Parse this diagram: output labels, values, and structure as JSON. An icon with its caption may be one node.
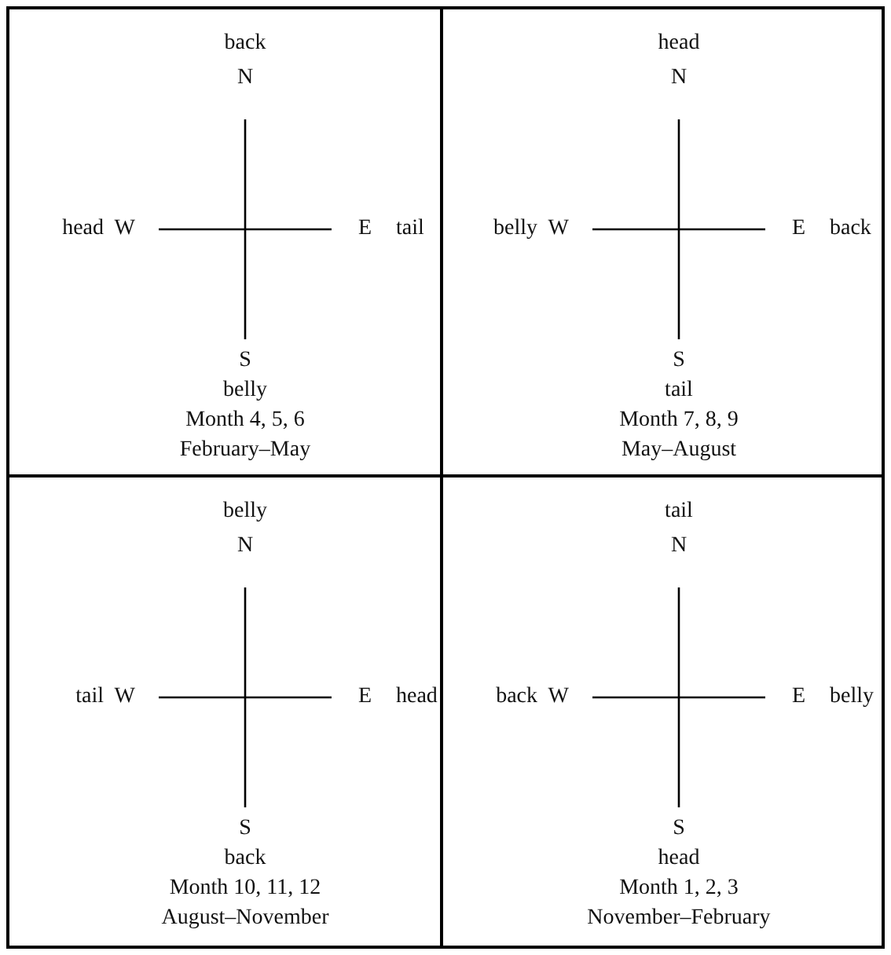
{
  "diagram": {
    "nodes": [
      {
        "text": [
          "back",
          "N",
          "head",
          "W",
          "E",
          "tail",
          "S",
          "belly",
          "Month 4, 5, 6",
          "February–May"
        ]
      },
      {
        "text": [
          "head",
          "N",
          "belly",
          "W",
          "E",
          "back",
          "S",
          "tail",
          "Month 7, 8, 9",
          "May–August"
        ]
      },
      {
        "text": [
          "belly",
          "N",
          "tail",
          "W",
          "E",
          "head",
          "S",
          "back",
          "Month 10, 11, 12",
          "August–November"
        ]
      },
      {
        "text": [
          "tail",
          "N",
          "back",
          "W",
          "E",
          "belly",
          "S",
          "head",
          "Month 1, 2, 3",
          "November–February"
        ]
      }
    ]
  }
}
